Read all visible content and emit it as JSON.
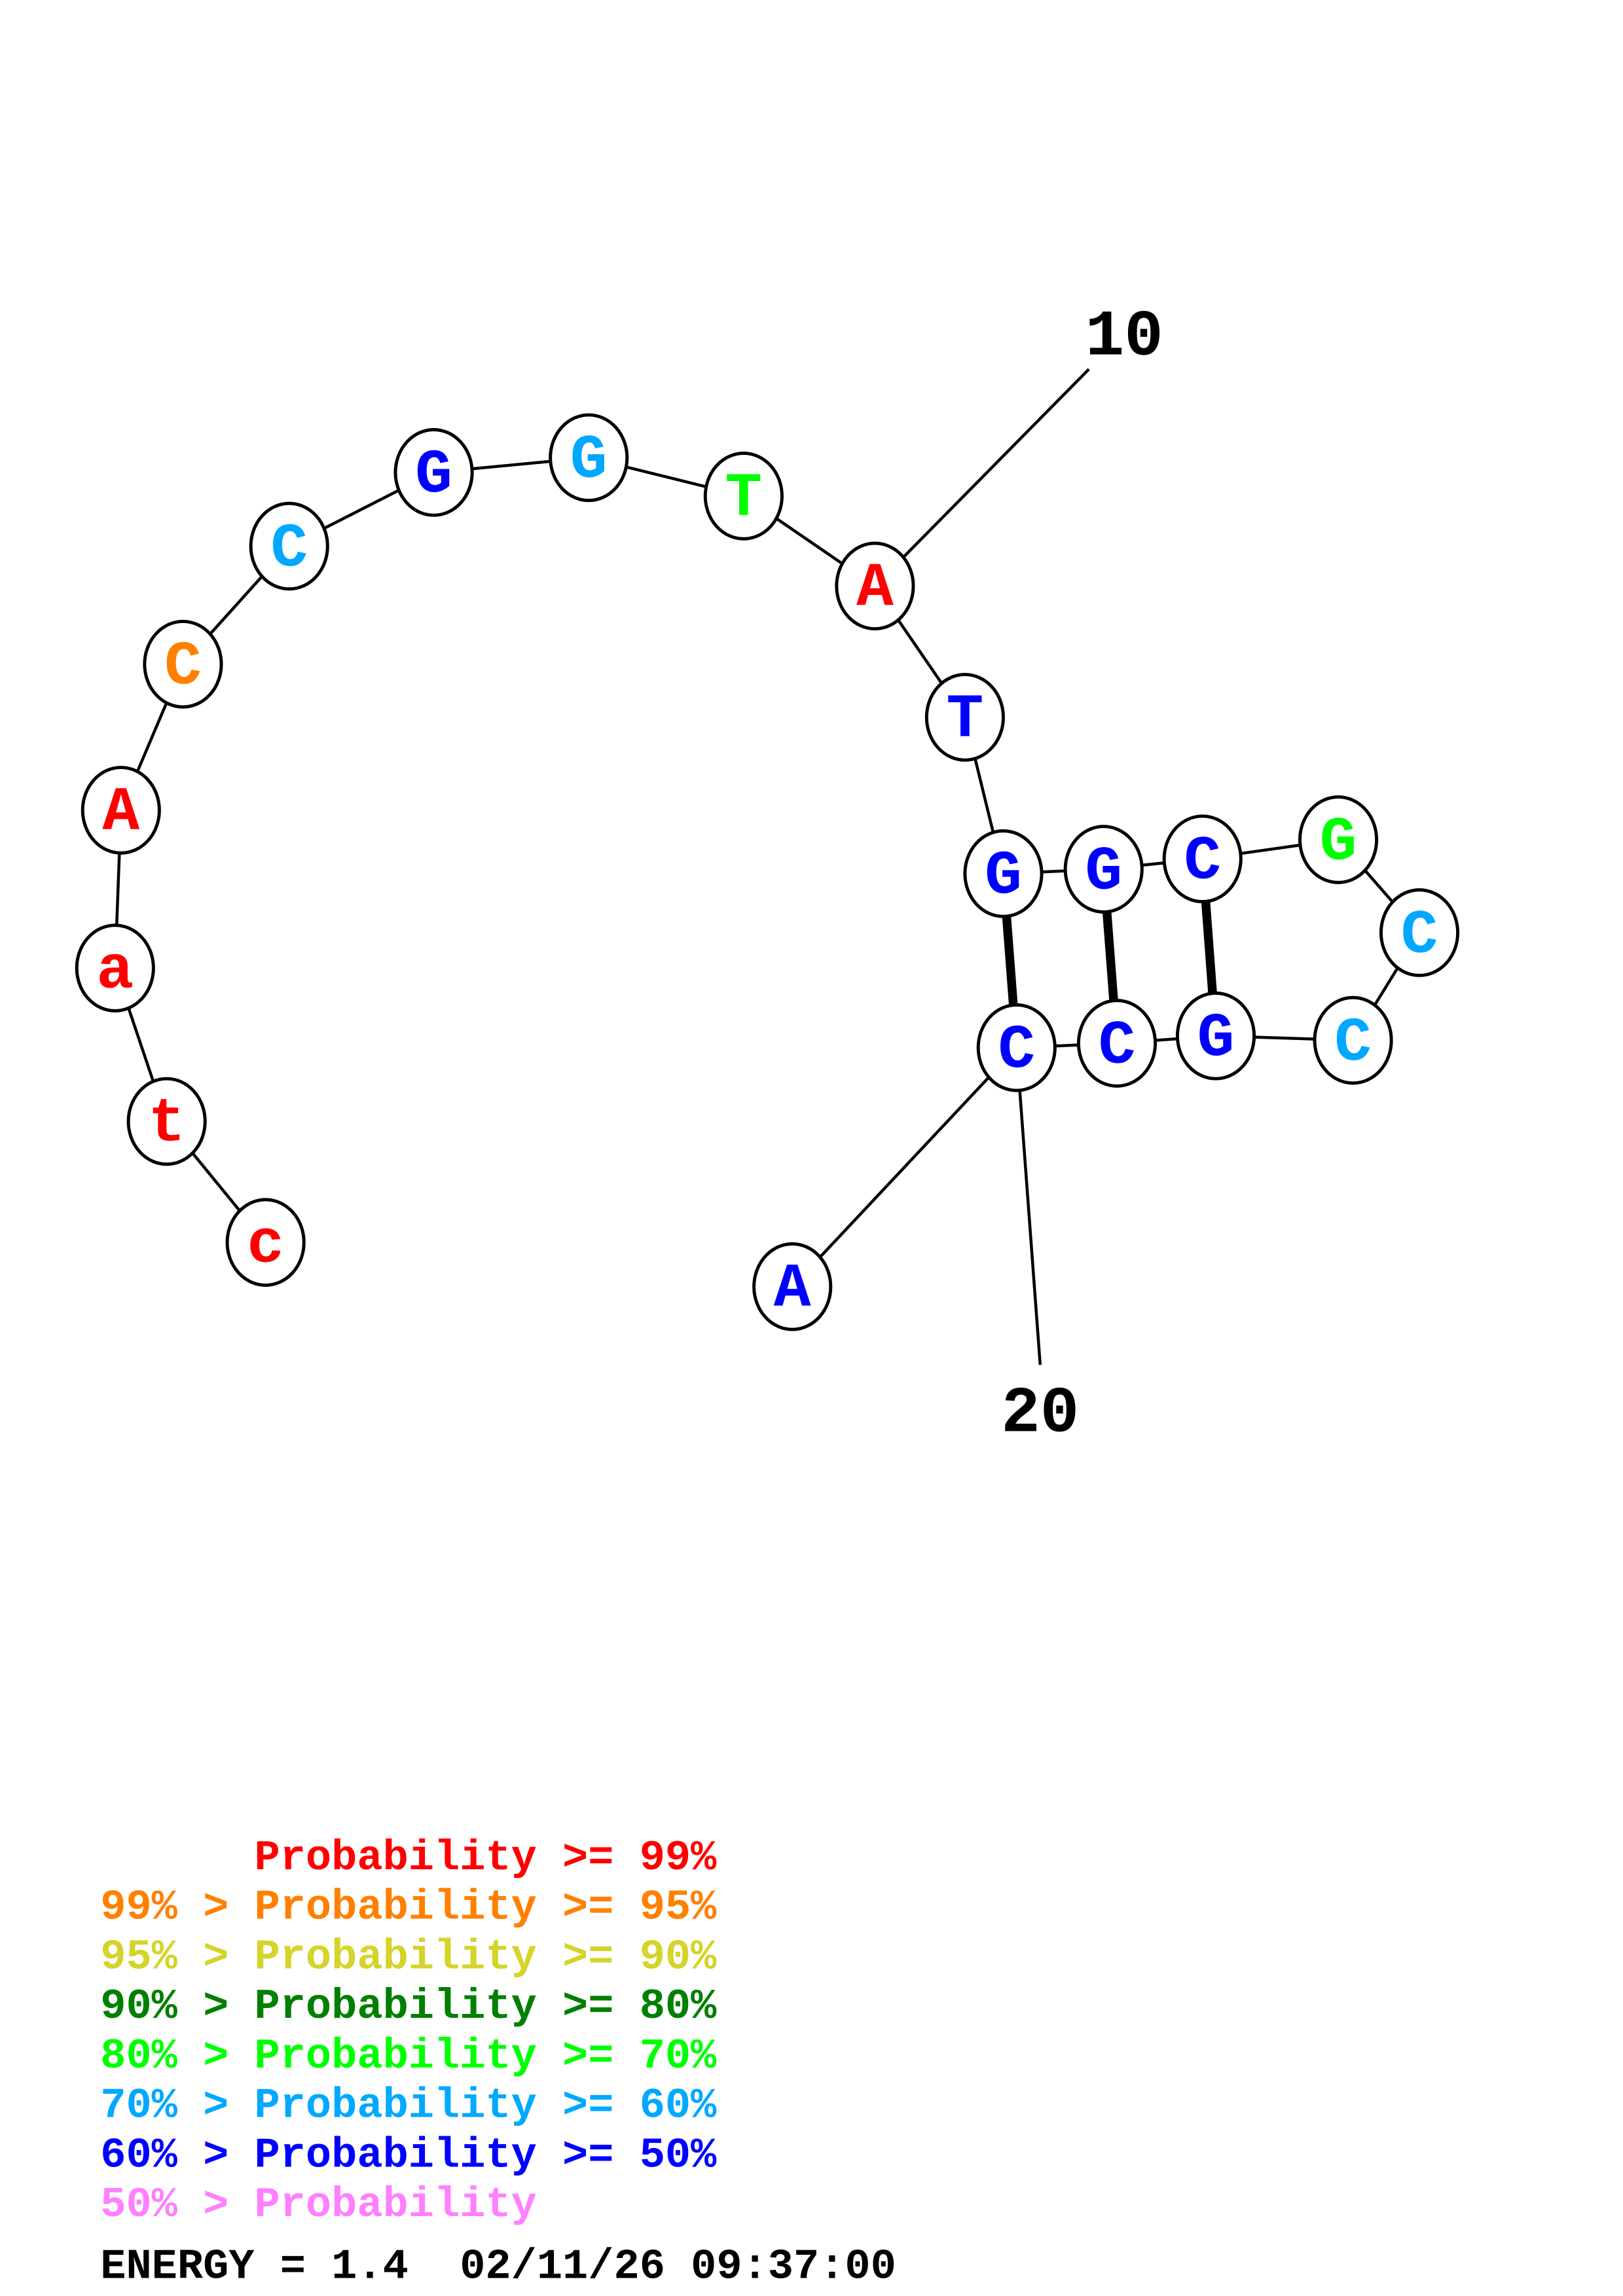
{
  "structure": {
    "sequence": [
      "c",
      "t",
      "a",
      "A",
      "C",
      "C",
      "G",
      "G",
      "T",
      "A",
      "T",
      "G",
      "G",
      "C",
      "G",
      "C",
      "C",
      "G",
      "C",
      "C",
      "A"
    ],
    "probability_class": [
      "p99",
      "p99",
      "p99",
      "p99",
      "p95",
      "p60",
      "p50",
      "p60",
      "p70",
      "p99",
      "p50",
      "p50",
      "p50",
      "p50",
      "p70",
      "p60",
      "p60",
      "p50",
      "p50",
      "p50",
      "p50"
    ],
    "pairs": [
      [
        12,
        20
      ],
      [
        13,
        19
      ],
      [
        14,
        18
      ]
    ],
    "position_labels": [
      {
        "index": 10,
        "text": "10"
      },
      {
        "index": 20,
        "text": "20"
      }
    ]
  },
  "colors": {
    "p99": "#ff0000",
    "p95": "#ff8000",
    "p90": "#d4d42a",
    "p80": "#008000",
    "p70": "#00ff00",
    "p60": "#00a8ff",
    "p50": "#0000ff",
    "plow": "#ff80ff"
  },
  "legend": {
    "items": [
      {
        "text": "      Probability >= 99%",
        "color_key": "p99"
      },
      {
        "text": "99% > Probability >= 95%",
        "color_key": "p95"
      },
      {
        "text": "95% > Probability >= 90%",
        "color_key": "p90"
      },
      {
        "text": "90% > Probability >= 80%",
        "color_key": "p80"
      },
      {
        "text": "80% > Probability >= 70%",
        "color_key": "p70"
      },
      {
        "text": "70% > Probability >= 60%",
        "color_key": "p60"
      },
      {
        "text": "60% > Probability >= 50%",
        "color_key": "p50"
      },
      {
        "text": "50% > Probability",
        "color_key": "plow"
      }
    ],
    "energy": "ENERGY = 1.4  02/11/26 09:37:00"
  }
}
